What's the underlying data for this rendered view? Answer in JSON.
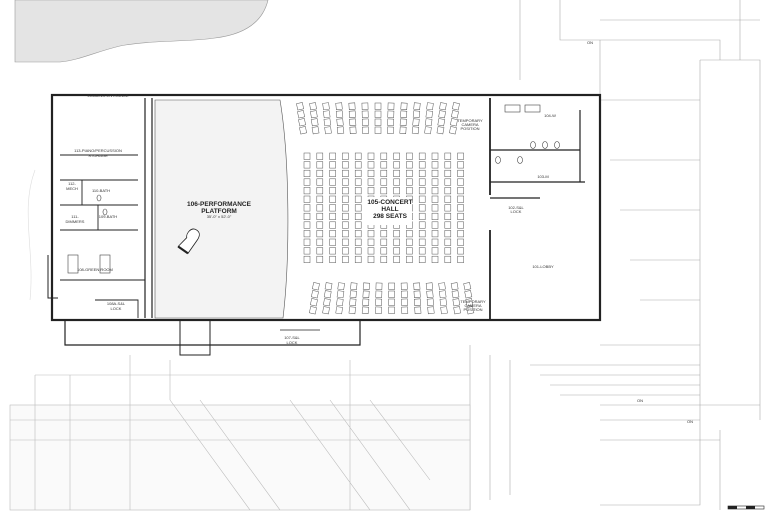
{
  "rooms": {
    "loading": "LOADING ENTRANCE",
    "storage_1": "113-PIANO/PERCUSSION",
    "storage_2": "STORAGE",
    "mech_1": "112-",
    "mech_2": "MECH",
    "bath110": "110-BATH",
    "dimmers_1": "111-",
    "dimmers_2": "DIMMERS",
    "bath109": "109-BATH",
    "green_room": "108-GREEN ROOM",
    "lock108a_1": "108A-S&L",
    "lock108a_2": "LOCK",
    "platform_1": "106-PERFORMANCE",
    "platform_2": "PLATFORM",
    "platform_dims": "35'-0\" x 52'-0\"",
    "lock107_1": "107-S&L",
    "lock107_2": "LOCK",
    "hall_1": "105-CONCERT",
    "hall_2": "HALL",
    "hall_3": "298 SEATS",
    "camera_top": [
      "TEMPORARY",
      "CAMERA",
      "POSITION"
    ],
    "camera_bottom": [
      "TEMPORARY",
      "CAMERA",
      "POSITION"
    ],
    "women": "104-W",
    "men": "103-M",
    "lock102_1": "102-S&L",
    "lock102_2": "LOCK",
    "lobby": "101-LOBBY"
  },
  "site_marks": [
    "ON",
    "ON",
    "ON"
  ],
  "seating": {
    "upper_cols": 13,
    "upper_rows": 4,
    "middle_cols": 13,
    "middle_rows": 13,
    "lower_cols": 13,
    "lower_rows": 4
  }
}
